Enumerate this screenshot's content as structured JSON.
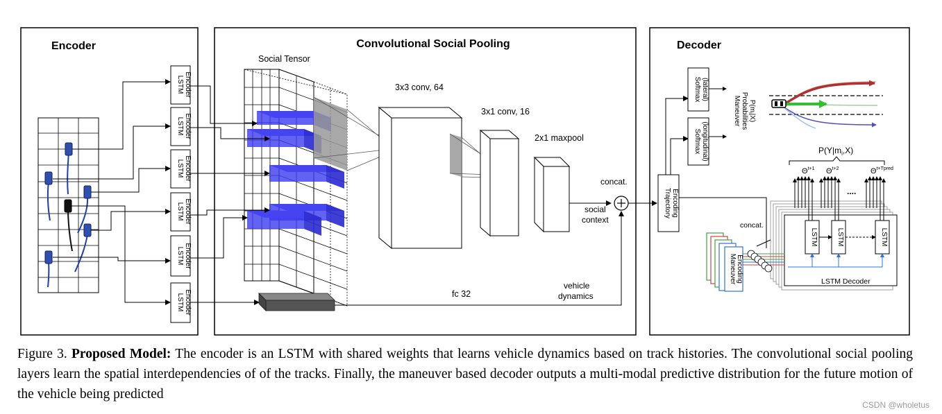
{
  "encoder": {
    "title": "Encoder",
    "lstm_line1": "LSTM",
    "lstm_line2": "Encoder"
  },
  "pooling": {
    "title": "Convolutional Social Pooling",
    "social_tensor": "Social Tensor",
    "conv1": "3x3 conv, 64",
    "conv2": "3x1 conv, 16",
    "maxpool": "2x1 maxpool",
    "concat": "concat.",
    "social_context_1": "social",
    "social_context_2": "context",
    "fc": "fc 32",
    "vehicle_dynamics_1": "vehicle",
    "vehicle_dynamics_2": "dynamics"
  },
  "decoder": {
    "title": "Decoder",
    "softmax_lat_1": "Softmax",
    "softmax_lat_2": "(lateral)",
    "softmax_lon_1": "Softmax",
    "softmax_lon_2": "(longitudinal)",
    "maneuver_prob_1": "Maneuver",
    "maneuver_prob_2": "Probabilities",
    "maneuver_prob_3": "P(m",
    "maneuver_prob_3_sub": "i",
    "maneuver_prob_3_end": "|X)",
    "traj_enc_1": "Trajectory",
    "traj_enc_2": "Encoding",
    "pyx": "P(Y|m",
    "pyx_sub": "i",
    "pyx_end": ",X)",
    "theta": "Θ",
    "theta1_sup": "t+1",
    "theta2_sup": "t+2",
    "theta3_sup": "t+Tpred",
    "dots": "....",
    "concat": "concat.",
    "lstm": "LSTM",
    "maneuver_enc_1": "Maneuver",
    "maneuver_enc_2": "Encoding",
    "lstm_decoder": "LSTM Decoder"
  },
  "caption": {
    "figure": "Figure 3.",
    "bold": "Proposed Model:",
    "text": "The encoder is an LSTM with shared weights that learns vehicle dynamics based on track histories. The convolutional social pooling layers learn the spatial interdependencies of of the tracks. Finally, the maneuver based decoder outputs a multi-modal predictive distribution for the future motion of the vehicle being predicted"
  },
  "watermark": "CSDN @wholetus",
  "colors": {
    "tensor_blue": "#3b3bf0",
    "fc_gray": "#555555",
    "track_blue": "#1d3fb0",
    "path_red": "#b03030",
    "path_green": "#30c030",
    "path_blue": "#5050c0",
    "enc_red": "#d04040",
    "enc_green": "#40a040",
    "enc_blue": "#3070e0"
  }
}
